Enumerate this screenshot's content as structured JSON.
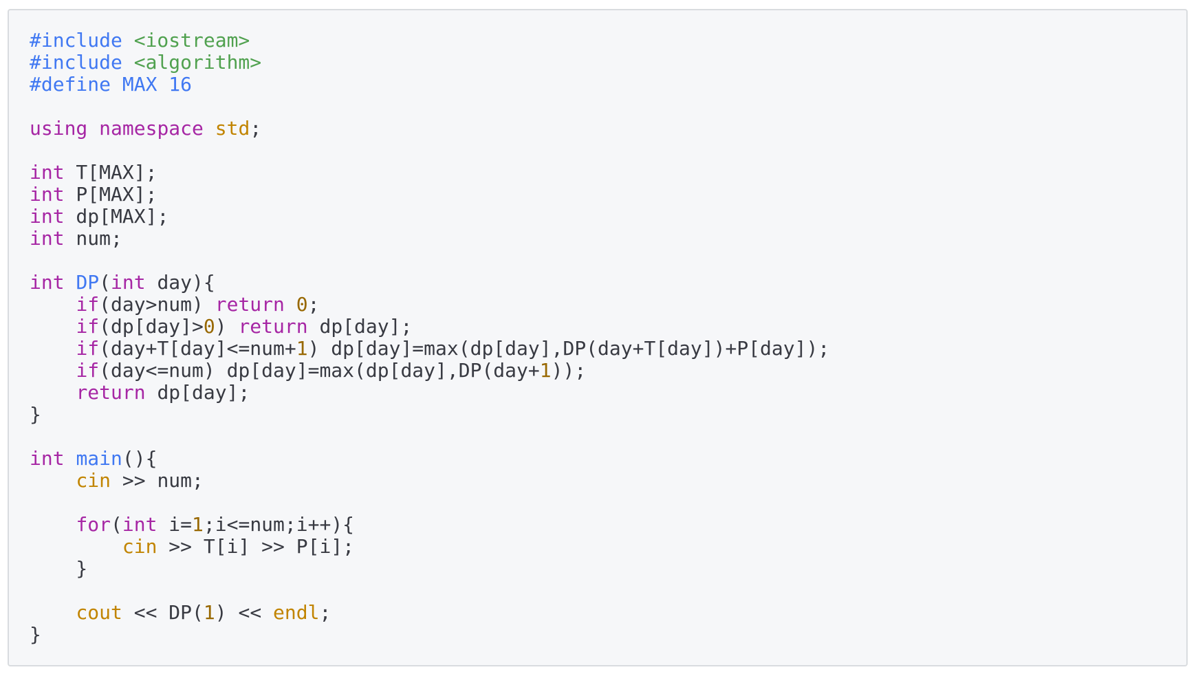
{
  "code": {
    "language": "cpp",
    "colors": {
      "background": "#f6f7f9",
      "border": "#d9dcdf",
      "plain": "#383a42",
      "keyword": "#a626a4",
      "function": "#4078f2",
      "preprocessor": "#4078f2",
      "string": "#50a14f",
      "number": "#986801",
      "builtin": "#c18401"
    },
    "lines": [
      [
        {
          "t": "pp",
          "v": "#include"
        },
        {
          "t": "plain",
          "v": " "
        },
        {
          "t": "str",
          "v": "<iostream>"
        }
      ],
      [
        {
          "t": "pp",
          "v": "#include"
        },
        {
          "t": "plain",
          "v": " "
        },
        {
          "t": "str",
          "v": "<algorithm>"
        }
      ],
      [
        {
          "t": "pp",
          "v": "#define MAX 16"
        }
      ],
      [],
      [
        {
          "t": "kw",
          "v": "using"
        },
        {
          "t": "plain",
          "v": " "
        },
        {
          "t": "kw",
          "v": "namespace"
        },
        {
          "t": "plain",
          "v": " "
        },
        {
          "t": "builtin",
          "v": "std"
        },
        {
          "t": "plain",
          "v": ";"
        }
      ],
      [],
      [
        {
          "t": "kw",
          "v": "int"
        },
        {
          "t": "plain",
          "v": " T[MAX];"
        }
      ],
      [
        {
          "t": "kw",
          "v": "int"
        },
        {
          "t": "plain",
          "v": " P[MAX];"
        }
      ],
      [
        {
          "t": "kw",
          "v": "int"
        },
        {
          "t": "plain",
          "v": " dp[MAX];"
        }
      ],
      [
        {
          "t": "kw",
          "v": "int"
        },
        {
          "t": "plain",
          "v": " num;"
        }
      ],
      [],
      [
        {
          "t": "kw",
          "v": "int"
        },
        {
          "t": "plain",
          "v": " "
        },
        {
          "t": "fn",
          "v": "DP"
        },
        {
          "t": "plain",
          "v": "("
        },
        {
          "t": "kw",
          "v": "int"
        },
        {
          "t": "plain",
          "v": " day){"
        }
      ],
      [
        {
          "t": "plain",
          "v": "    "
        },
        {
          "t": "kw",
          "v": "if"
        },
        {
          "t": "plain",
          "v": "(day>num) "
        },
        {
          "t": "kw",
          "v": "return"
        },
        {
          "t": "plain",
          "v": " "
        },
        {
          "t": "num",
          "v": "0"
        },
        {
          "t": "plain",
          "v": ";"
        }
      ],
      [
        {
          "t": "plain",
          "v": "    "
        },
        {
          "t": "kw",
          "v": "if"
        },
        {
          "t": "plain",
          "v": "(dp[day]>"
        },
        {
          "t": "num",
          "v": "0"
        },
        {
          "t": "plain",
          "v": ") "
        },
        {
          "t": "kw",
          "v": "return"
        },
        {
          "t": "plain",
          "v": " dp[day];"
        }
      ],
      [
        {
          "t": "plain",
          "v": "    "
        },
        {
          "t": "kw",
          "v": "if"
        },
        {
          "t": "plain",
          "v": "(day+T[day]<=num+"
        },
        {
          "t": "num",
          "v": "1"
        },
        {
          "t": "plain",
          "v": ") dp[day]=max(dp[day],DP(day+T[day])+P[day]);"
        }
      ],
      [
        {
          "t": "plain",
          "v": "    "
        },
        {
          "t": "kw",
          "v": "if"
        },
        {
          "t": "plain",
          "v": "(day<=num) dp[day]=max(dp[day],DP(day+"
        },
        {
          "t": "num",
          "v": "1"
        },
        {
          "t": "plain",
          "v": "));"
        }
      ],
      [
        {
          "t": "plain",
          "v": "    "
        },
        {
          "t": "kw",
          "v": "return"
        },
        {
          "t": "plain",
          "v": " dp[day];"
        }
      ],
      [
        {
          "t": "plain",
          "v": "}"
        }
      ],
      [],
      [
        {
          "t": "kw",
          "v": "int"
        },
        {
          "t": "plain",
          "v": " "
        },
        {
          "t": "fn",
          "v": "main"
        },
        {
          "t": "plain",
          "v": "(){"
        }
      ],
      [
        {
          "t": "plain",
          "v": "    "
        },
        {
          "t": "builtin",
          "v": "cin"
        },
        {
          "t": "plain",
          "v": " >> num;"
        }
      ],
      [],
      [
        {
          "t": "plain",
          "v": "    "
        },
        {
          "t": "kw",
          "v": "for"
        },
        {
          "t": "plain",
          "v": "("
        },
        {
          "t": "kw",
          "v": "int"
        },
        {
          "t": "plain",
          "v": " i="
        },
        {
          "t": "num",
          "v": "1"
        },
        {
          "t": "plain",
          "v": ";i<=num;i++){"
        }
      ],
      [
        {
          "t": "plain",
          "v": "        "
        },
        {
          "t": "builtin",
          "v": "cin"
        },
        {
          "t": "plain",
          "v": " >> T[i] >> P[i];"
        }
      ],
      [
        {
          "t": "plain",
          "v": "    }"
        }
      ],
      [],
      [
        {
          "t": "plain",
          "v": "    "
        },
        {
          "t": "builtin",
          "v": "cout"
        },
        {
          "t": "plain",
          "v": " << DP("
        },
        {
          "t": "num",
          "v": "1"
        },
        {
          "t": "plain",
          "v": ") << "
        },
        {
          "t": "builtin",
          "v": "endl"
        },
        {
          "t": "plain",
          "v": ";"
        }
      ],
      [
        {
          "t": "plain",
          "v": "}"
        }
      ]
    ]
  }
}
